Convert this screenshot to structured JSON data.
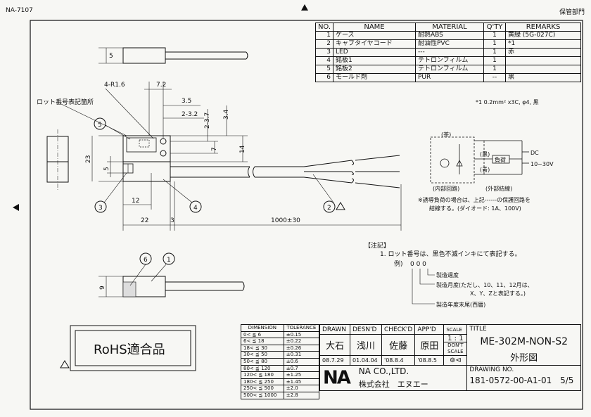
{
  "header": {
    "doc_id": "NA-7107",
    "storage_dept": "保管部門"
  },
  "parts_table": {
    "headers": [
      "NO.",
      "NAME",
      "MATERIAL",
      "Q'TY",
      "REMARKS"
    ],
    "rows": [
      {
        "no": "1",
        "name": "ケース",
        "material": "耐熱ABS",
        "qty": "1",
        "remarks": "黄緑 (5G-027C)"
      },
      {
        "no": "2",
        "name": "キャブタイヤコード",
        "material": "耐油性PVC",
        "qty": "1",
        "remarks": "*1"
      },
      {
        "no": "3",
        "name": "LED",
        "material": "---",
        "qty": "1",
        "remarks": "赤"
      },
      {
        "no": "4",
        "name": "銘板1",
        "material": "テトロンフィルム",
        "qty": "1",
        "remarks": ""
      },
      {
        "no": "5",
        "name": "銘板2",
        "material": "テトロンフィルム",
        "qty": "1",
        "remarks": ""
      },
      {
        "no": "6",
        "name": "モールド剤",
        "material": "PUR",
        "qty": "--",
        "remarks": "黒"
      }
    ],
    "footnote": "*1  0.2mm² x3C, φ4, 黒"
  },
  "dimensions": {
    "top_height": "5",
    "radius": "4-R1.6",
    "w72": "7.2",
    "w35": "3.5",
    "w232": "2-3.2",
    "h237": "2-3.7",
    "h34": "3.4",
    "h7": "7",
    "h14": "14",
    "h23": "23",
    "h5": "5",
    "w12": "12",
    "w22": "22",
    "w3": "3",
    "cable_length": "1000±30",
    "bottom_height": "9"
  },
  "callouts": {
    "lot_label": "ロット番号表記箇所",
    "items": [
      "1",
      "2",
      "3",
      "4",
      "5",
      "6"
    ]
  },
  "circuit": {
    "wire_brown": "(茶)",
    "wire_black": "(黒)",
    "wire_blue": "(青)",
    "load": "負荷",
    "supply_dc": "DC",
    "supply_v": "10~30V",
    "internal_label": "(内部回路)",
    "external_label": "(外部結線)",
    "note_line1": "※誘導負荷の場合は、上記------の保護回路を",
    "note_line2": "結線する。(ダイオード: 1A、100V)"
  },
  "notes": {
    "heading": "【注記】",
    "line1": "1. ロット番号は、黒色不滅インキにて表記する。",
    "example_label": "例)",
    "example_code": "0 0 0",
    "anno1": "製造週度",
    "anno2": "製造月度(ただし、10、11、12月は、",
    "anno2b": "X、Y、Zと表記する。)",
    "anno3": "製造年度末尾(西暦)"
  },
  "rohs": "RoHS適合品",
  "tolerance_table": {
    "headers": [
      "DIMENSION",
      "TOLERANCE"
    ],
    "rows": [
      [
        "0< ≦ 6",
        "±0.15"
      ],
      [
        "6< ≦ 18",
        "±0.22"
      ],
      [
        "18< ≦ 30",
        "±0.26"
      ],
      [
        "30< ≦ 50",
        "±0.31"
      ],
      [
        "50< ≦ 80",
        "±0.6"
      ],
      [
        "80< ≦ 120",
        "±0.7"
      ],
      [
        "120< ≦ 180",
        "±1.25"
      ],
      [
        "180< ≦ 250",
        "±1.45"
      ],
      [
        "250< ≦ 500",
        "±2.0"
      ],
      [
        "500< ≦ 1000",
        "±2.8"
      ]
    ]
  },
  "title_block": {
    "drawn_label": "DRAWN",
    "desnd_label": "DESN'D",
    "checkd_label": "CHECK'D",
    "appd_label": "APP'D",
    "scale_label": "SCALE",
    "scale_value": "1 : 1",
    "dont_scale": "DON'T SCALE",
    "drawn_name": "大石",
    "desnd_name": "浅川",
    "checkd_name": "佐藤",
    "appd_name": "原田",
    "drawn_date": "08.7.29",
    "desnd_date": "01.04.04",
    "checkd_date": "'08.8.4",
    "appd_date": "'08.8.5",
    "title_label": "TITLE",
    "title_main": "ME-302M-NON-S2",
    "title_sub": "外形図",
    "company_en": "NA CO.,LTD.",
    "company_jp": "株式会社　エヌエー",
    "logo": "NA",
    "drawing_no_label": "DRAWING NO.",
    "drawing_no": "181-0572-00-A1-01",
    "sheet": "5/5"
  },
  "colors": {
    "ink": "#111111",
    "paper": "#f7f7f4"
  }
}
